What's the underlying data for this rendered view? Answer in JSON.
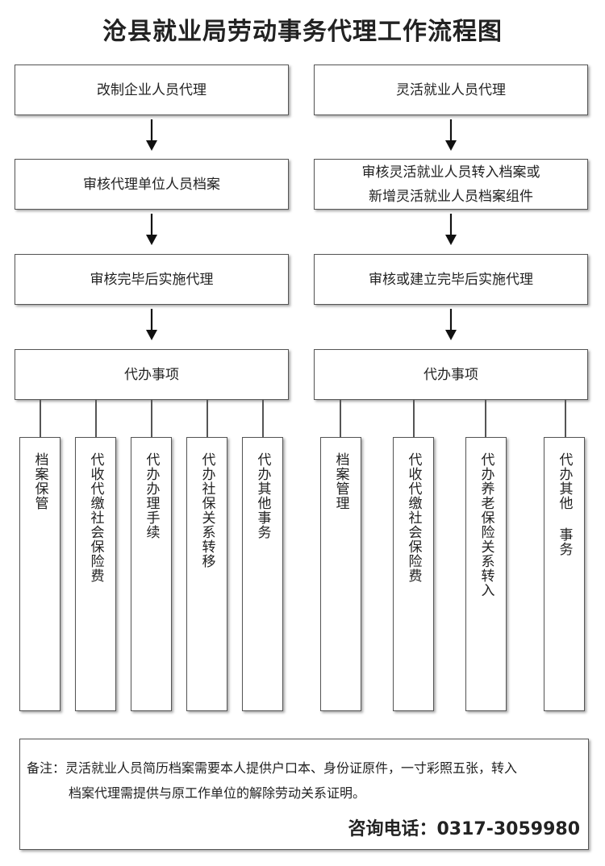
{
  "title": "沧县就业局劳动事务代理工作流程图",
  "left": {
    "steps": [
      "改制企业人员代理",
      "审核代理单位人员档案",
      "审核完毕后实施代理",
      "代办事项"
    ],
    "items": [
      "档案保管",
      "代收代缴社会保险费",
      "代办办理手续",
      "代办社保关系转移",
      "代办其他事务"
    ]
  },
  "right": {
    "steps": [
      "灵活就业人员代理",
      "审核灵活就业人员转入档案或",
      "新增灵活就业人员档案组件",
      "审核或建立完毕后实施代理",
      "代办事项"
    ],
    "items": [
      "档案管理",
      "代收代缴社会保险费",
      "代办养老保险关系转入",
      "代办其他 事务"
    ]
  },
  "note": {
    "line1": "备注：灵活就业人员简历档案需要本人提供户口本、身份证原件，一寸彩照五张，转入",
    "line2": "档案代理需提供与原工作单位的解除劳动关系证明。",
    "phone": "咨询电话：0317-3059980"
  }
}
